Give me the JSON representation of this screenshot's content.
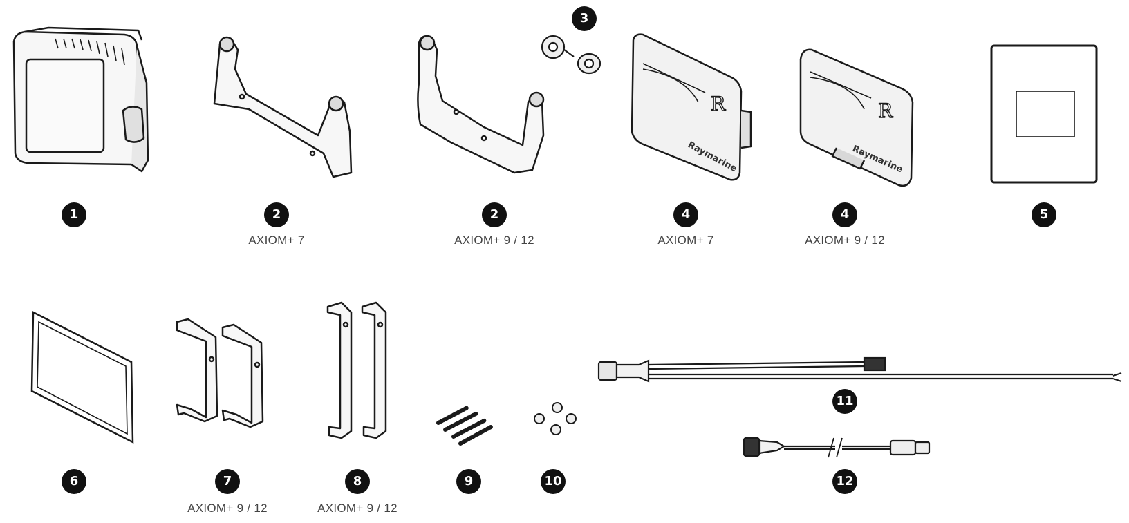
{
  "items": [
    {
      "number": "1",
      "caption": "",
      "icon": "display-unit-icon"
    },
    {
      "number": "2",
      "caption": "AXIOM+ 7",
      "icon": "trunnion-bracket-icon"
    },
    {
      "number": "2",
      "caption": "AXIOM+ 9 / 12",
      "icon": "trunnion-bracket-icon"
    },
    {
      "number": "3",
      "caption": "",
      "icon": "bracket-knobs-icon"
    },
    {
      "number": "4",
      "caption": "AXIOM+ 7",
      "icon": "sun-cover-icon"
    },
    {
      "number": "4",
      "caption": "AXIOM+ 9 / 12",
      "icon": "sun-cover-icon"
    },
    {
      "number": "5",
      "caption": "",
      "icon": "documentation-icon"
    },
    {
      "number": "6",
      "caption": "",
      "icon": "panel-gasket-icon"
    },
    {
      "number": "7",
      "caption": "AXIOM+ 9 / 12",
      "icon": "mounting-clips-icon"
    },
    {
      "number": "8",
      "caption": "AXIOM+ 9 / 12",
      "icon": "long-mounting-clips-icon"
    },
    {
      "number": "9",
      "caption": "",
      "icon": "threaded-studs-icon"
    },
    {
      "number": "10",
      "caption": "",
      "icon": "nuts-icon"
    },
    {
      "number": "11",
      "caption": "",
      "icon": "power-cable-icon"
    },
    {
      "number": "12",
      "caption": "",
      "icon": "adaptor-cable-icon"
    }
  ],
  "brand_text": "Raymarine",
  "brand_logo_letter": "R",
  "colors": {
    "badge": "#111111",
    "line": "#1a1a1a",
    "caption": "#444444",
    "fill": "#f2f2f2"
  }
}
